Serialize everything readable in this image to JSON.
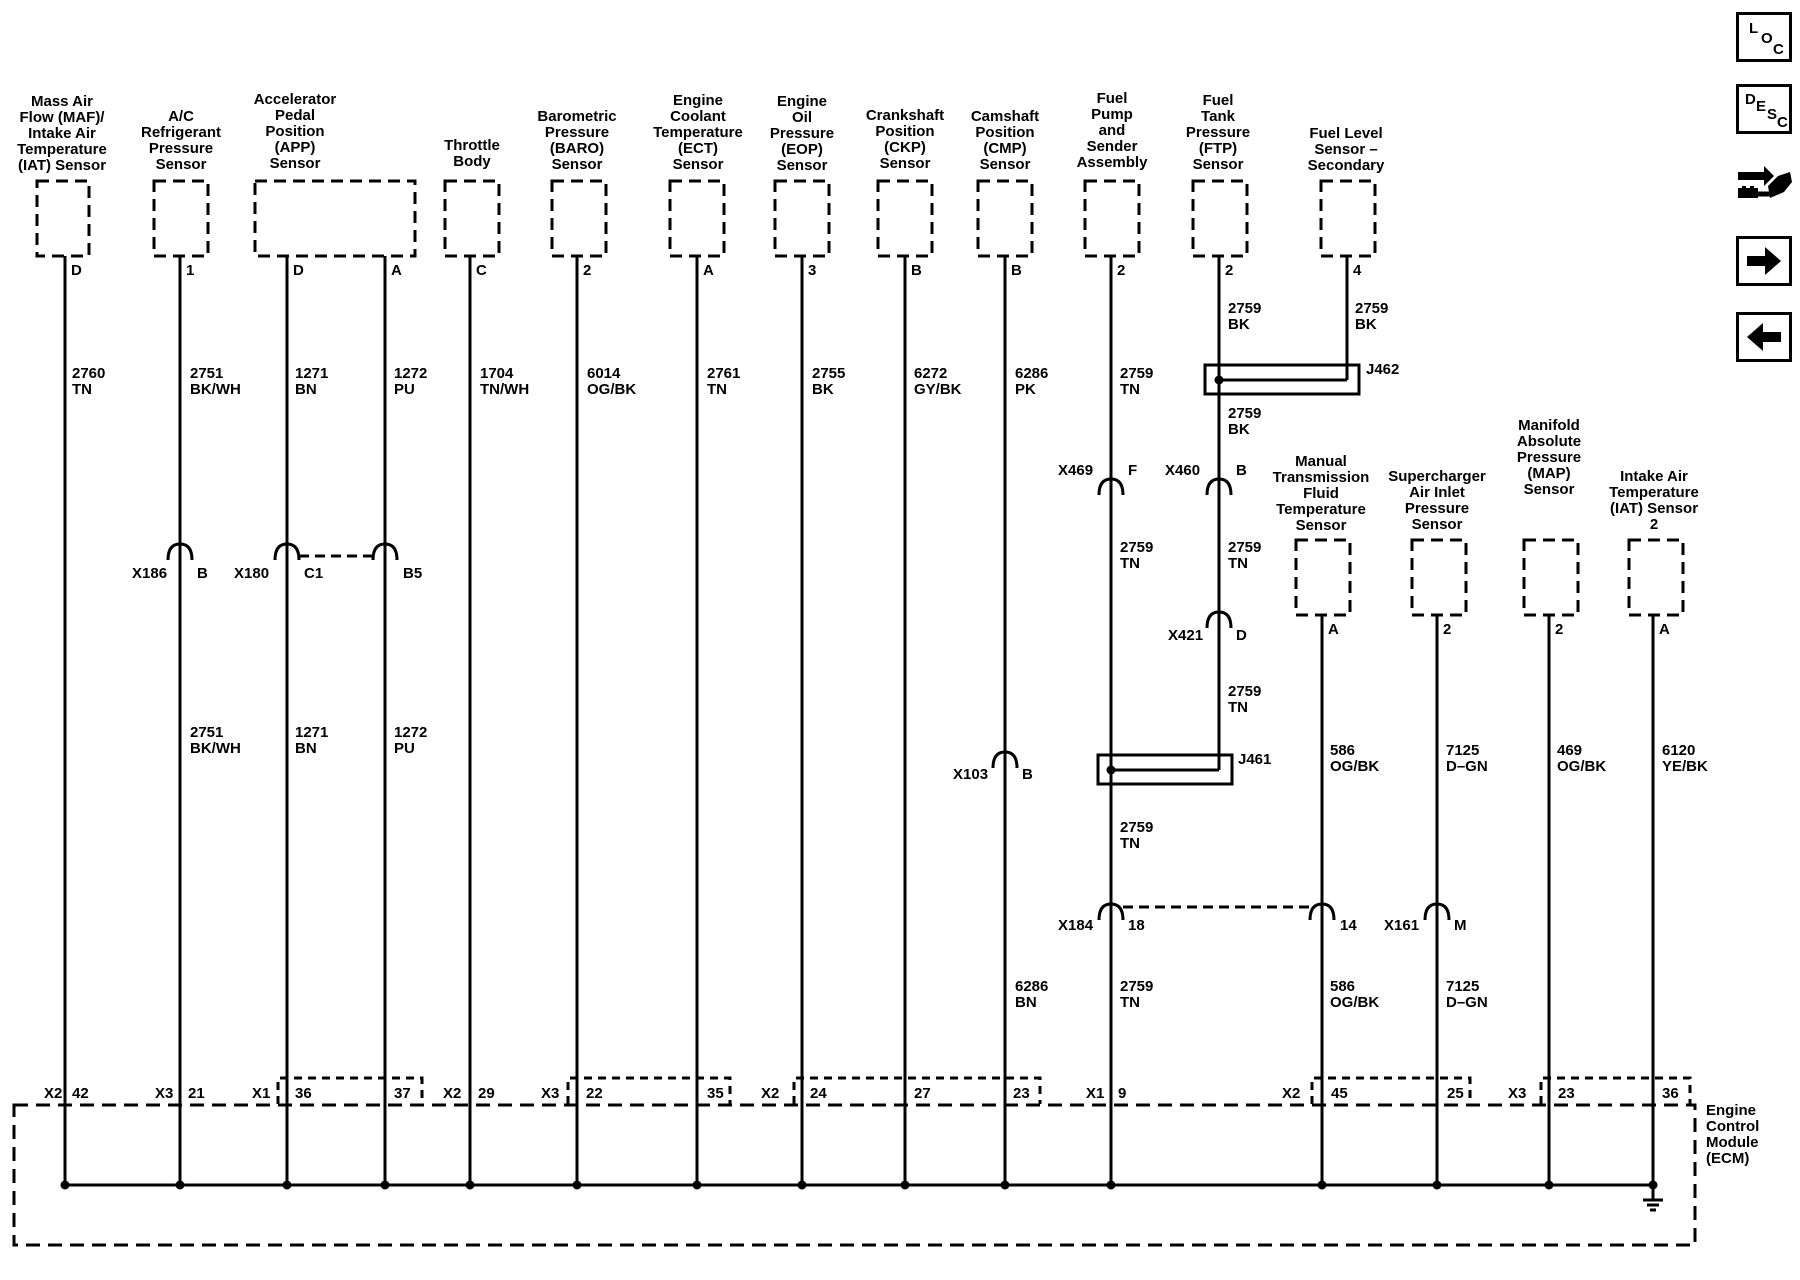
{
  "nav": {
    "loc": [
      "L",
      "O",
      "C"
    ],
    "desc": [
      "D",
      "E",
      "S",
      "C"
    ]
  },
  "components": [
    {
      "id": "maf",
      "title": [
        "Mass Air",
        "Flow (MAF)/",
        "Intake Air",
        "Temperature",
        "(IAT) Sensor"
      ],
      "pins": [
        "D"
      ]
    },
    {
      "id": "ac",
      "title": [
        "A/C",
        "Refrigerant",
        "Pressure",
        "Sensor"
      ],
      "pins": [
        "1"
      ]
    },
    {
      "id": "app",
      "title": [
        "Accelerator",
        "Pedal",
        "Position",
        "(APP)",
        "Sensor"
      ],
      "pins": [
        "D",
        "A"
      ]
    },
    {
      "id": "tb",
      "title": [
        "Throttle",
        "Body"
      ],
      "pins": [
        "C"
      ]
    },
    {
      "id": "baro",
      "title": [
        "Barometric",
        "Pressure",
        "(BARO)",
        "Sensor"
      ],
      "pins": [
        "2"
      ]
    },
    {
      "id": "ect",
      "title": [
        "Engine",
        "Coolant",
        "Temperature",
        "(ECT)",
        "Sensor"
      ],
      "pins": [
        "A"
      ]
    },
    {
      "id": "eop",
      "title": [
        "Engine",
        "Oil",
        "Pressure",
        "(EOP)",
        "Sensor"
      ],
      "pins": [
        "3"
      ]
    },
    {
      "id": "ckp",
      "title": [
        "Crankshaft",
        "Position",
        "(CKP)",
        "Sensor"
      ],
      "pins": [
        "B"
      ]
    },
    {
      "id": "cmp",
      "title": [
        "Camshaft",
        "Position",
        "(CMP)",
        "Sensor"
      ],
      "pins": [
        "B"
      ]
    },
    {
      "id": "fuelpump",
      "title": [
        "Fuel",
        "Pump",
        "and",
        "Sender",
        "Assembly"
      ],
      "pins": [
        "2"
      ]
    },
    {
      "id": "ftp",
      "title": [
        "Fuel",
        "Tank",
        "Pressure",
        "(FTP)",
        "Sensor"
      ],
      "pins": [
        "2"
      ]
    },
    {
      "id": "fuellevel",
      "title": [
        "Fuel Level",
        "Sensor –",
        "Secondary"
      ],
      "pins": [
        "4"
      ]
    },
    {
      "id": "mtf",
      "title": [
        "Manual",
        "Transmission",
        "Fluid",
        "Temperature",
        "Sensor"
      ],
      "pins": [
        "A"
      ]
    },
    {
      "id": "sc",
      "title": [
        "Supercharger",
        "Air Inlet",
        "Pressure",
        "Sensor"
      ],
      "pins": [
        "2"
      ]
    },
    {
      "id": "map",
      "title": [
        "Manifold",
        "Absolute",
        "Pressure",
        "(MAP)",
        "Sensor"
      ],
      "pins": [
        "2"
      ]
    },
    {
      "id": "iat2",
      "title": [
        "Intake Air",
        "Temperature",
        "(IAT) Sensor",
        "2"
      ],
      "pins": [
        "A"
      ]
    }
  ],
  "wire_labels": [
    {
      "id": "w-maf",
      "circuit": "2760",
      "color": "TN"
    },
    {
      "id": "w-ac-1",
      "circuit": "2751",
      "color": "BK/WH"
    },
    {
      "id": "w-ac-2",
      "circuit": "2751",
      "color": "BK/WH"
    },
    {
      "id": "w-appd-1",
      "circuit": "1271",
      "color": "BN"
    },
    {
      "id": "w-appd-2",
      "circuit": "1271",
      "color": "BN"
    },
    {
      "id": "w-appa-1",
      "circuit": "1272",
      "color": "PU"
    },
    {
      "id": "w-appa-2",
      "circuit": "1272",
      "color": "PU"
    },
    {
      "id": "w-tb",
      "circuit": "1704",
      "color": "TN/WH"
    },
    {
      "id": "w-baro",
      "circuit": "6014",
      "color": "OG/BK"
    },
    {
      "id": "w-ect",
      "circuit": "2761",
      "color": "TN"
    },
    {
      "id": "w-eop",
      "circuit": "2755",
      "color": "BK"
    },
    {
      "id": "w-ckp",
      "circuit": "6272",
      "color": "GY/BK"
    },
    {
      "id": "w-cmp-1",
      "circuit": "6286",
      "color": "PK"
    },
    {
      "id": "w-cmp-2",
      "circuit": "6286",
      "color": "BN"
    },
    {
      "id": "w-fp-1",
      "circuit": "2759",
      "color": "TN"
    },
    {
      "id": "w-fp-2",
      "circuit": "2759",
      "color": "TN"
    },
    {
      "id": "w-fp-3",
      "circuit": "2759",
      "color": "TN"
    },
    {
      "id": "w-fp-4",
      "circuit": "2759",
      "color": "TN"
    },
    {
      "id": "w-ftp-1",
      "circuit": "2759",
      "color": "BK"
    },
    {
      "id": "w-fl-1",
      "circuit": "2759",
      "color": "BK"
    },
    {
      "id": "w-ftp-2",
      "circuit": "2759",
      "color": "BK"
    },
    {
      "id": "w-ftp-3",
      "circuit": "2759",
      "color": "TN"
    },
    {
      "id": "w-ftp-4",
      "circuit": "2759",
      "color": "TN"
    },
    {
      "id": "w-mtf-1",
      "circuit": "586",
      "color": "OG/BK"
    },
    {
      "id": "w-mtf-2",
      "circuit": "586",
      "color": "OG/BK"
    },
    {
      "id": "w-sc-1",
      "circuit": "7125",
      "color": "D–GN"
    },
    {
      "id": "w-sc-2",
      "circuit": "7125",
      "color": "D–GN"
    },
    {
      "id": "w-map",
      "circuit": "469",
      "color": "OG/BK"
    },
    {
      "id": "w-iat2",
      "circuit": "6120",
      "color": "YE/BK"
    }
  ],
  "inline_connectors": [
    {
      "id": "c-x186",
      "name": "X186",
      "pin": "B"
    },
    {
      "id": "c-x180",
      "name": "X180",
      "pins": [
        "C1",
        "B5"
      ]
    },
    {
      "id": "c-x469",
      "name": "X469",
      "pin": "F"
    },
    {
      "id": "c-x460",
      "name": "X460",
      "pin": "B"
    },
    {
      "id": "c-x421",
      "name": "X421",
      "pin": "D"
    },
    {
      "id": "c-x103",
      "name": "X103",
      "pin": "B"
    },
    {
      "id": "c-x184",
      "name": "X184",
      "pins": [
        "18",
        "14"
      ]
    },
    {
      "id": "c-x161",
      "name": "X161",
      "pin": "M"
    }
  ],
  "splices": [
    {
      "id": "s-j462",
      "name": "J462"
    },
    {
      "id": "s-j461",
      "name": "J461"
    }
  ],
  "ecm": {
    "title": [
      "Engine",
      "Control",
      "Module",
      "(ECM)"
    ],
    "connectors": [
      {
        "id": "e-x2a",
        "name": "X2",
        "pins": [
          "42"
        ]
      },
      {
        "id": "e-x3a",
        "name": "X3",
        "pins": [
          "21"
        ]
      },
      {
        "id": "e-x1a",
        "name": "X1",
        "pins": [
          "36",
          "37"
        ]
      },
      {
        "id": "e-x2b",
        "name": "X2",
        "pins": [
          "29"
        ]
      },
      {
        "id": "e-x3b",
        "name": "X3",
        "pins": [
          "22",
          "35"
        ]
      },
      {
        "id": "e-x2c",
        "name": "X2",
        "pins": [
          "24",
          "27",
          "23"
        ]
      },
      {
        "id": "e-x1b",
        "name": "X1",
        "pins": [
          "9"
        ]
      },
      {
        "id": "e-x2d",
        "name": "X2",
        "pins": [
          "45",
          "25"
        ]
      },
      {
        "id": "e-x3c",
        "name": "X3",
        "pins": [
          "23",
          "36"
        ]
      }
    ]
  }
}
